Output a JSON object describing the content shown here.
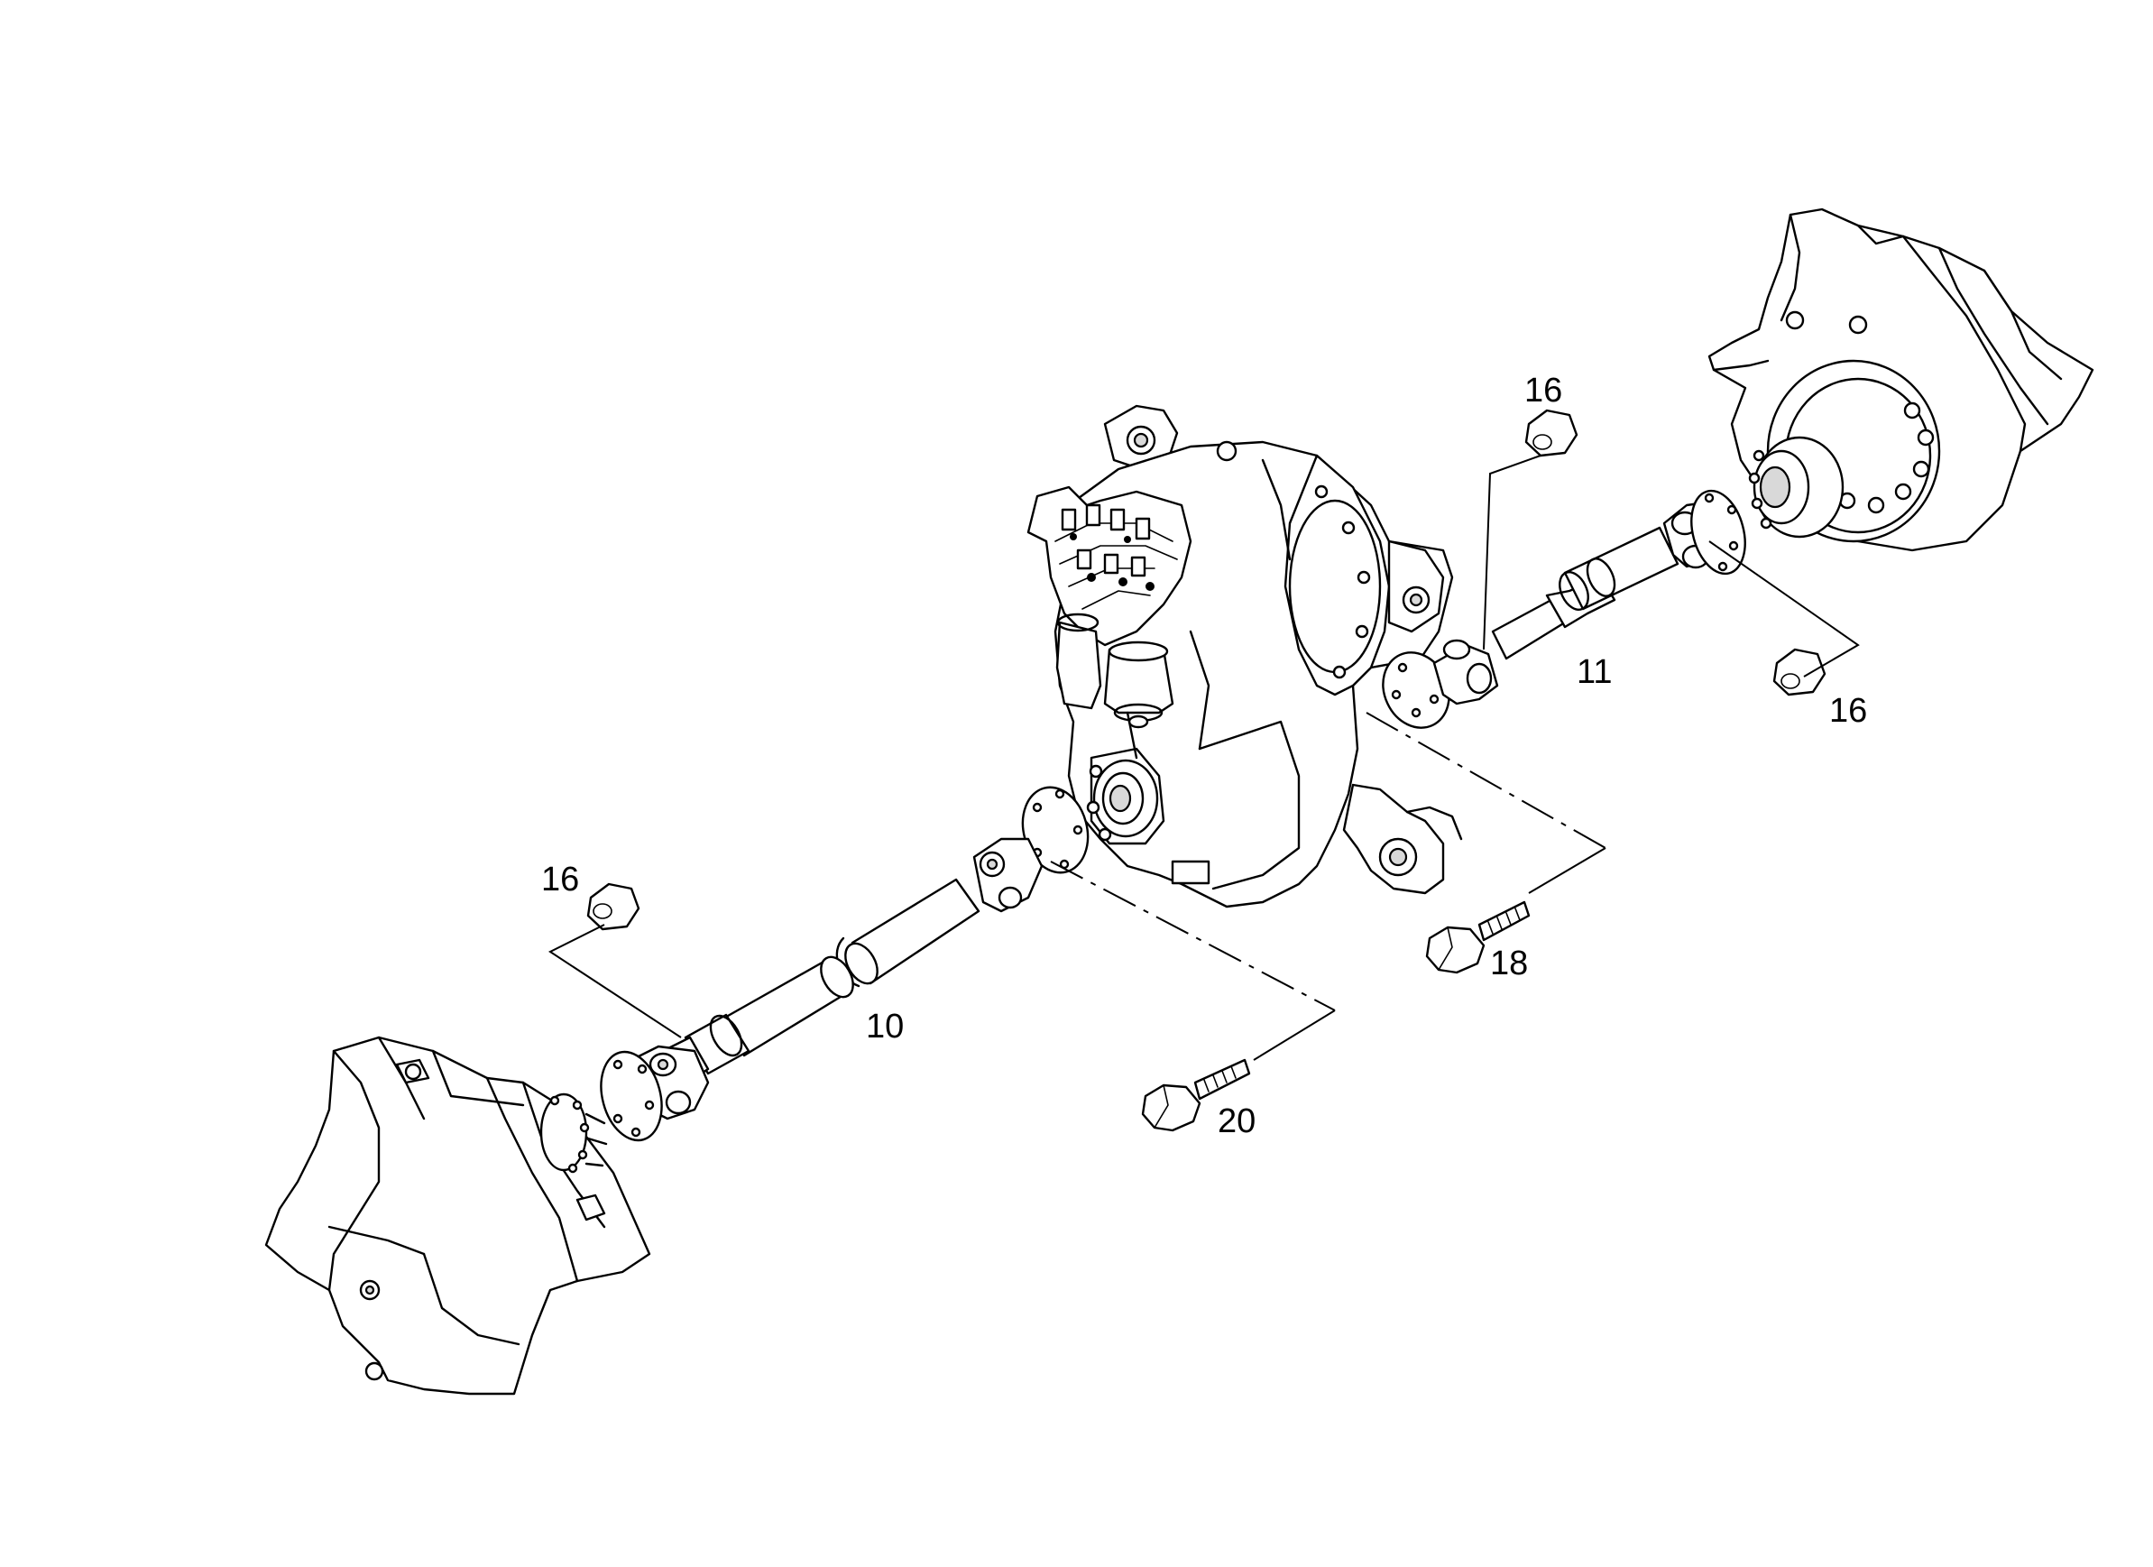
{
  "diagram": {
    "callouts": {
      "nut_top": "16",
      "nut_right": "16",
      "nut_left": "16",
      "shaft_front": "10",
      "shaft_rear": "11",
      "bolt_rear": "18",
      "bolt_front": "20"
    },
    "colors": {
      "line": "#000000",
      "background": "#ffffff",
      "shade": "#d9d9d9"
    }
  }
}
